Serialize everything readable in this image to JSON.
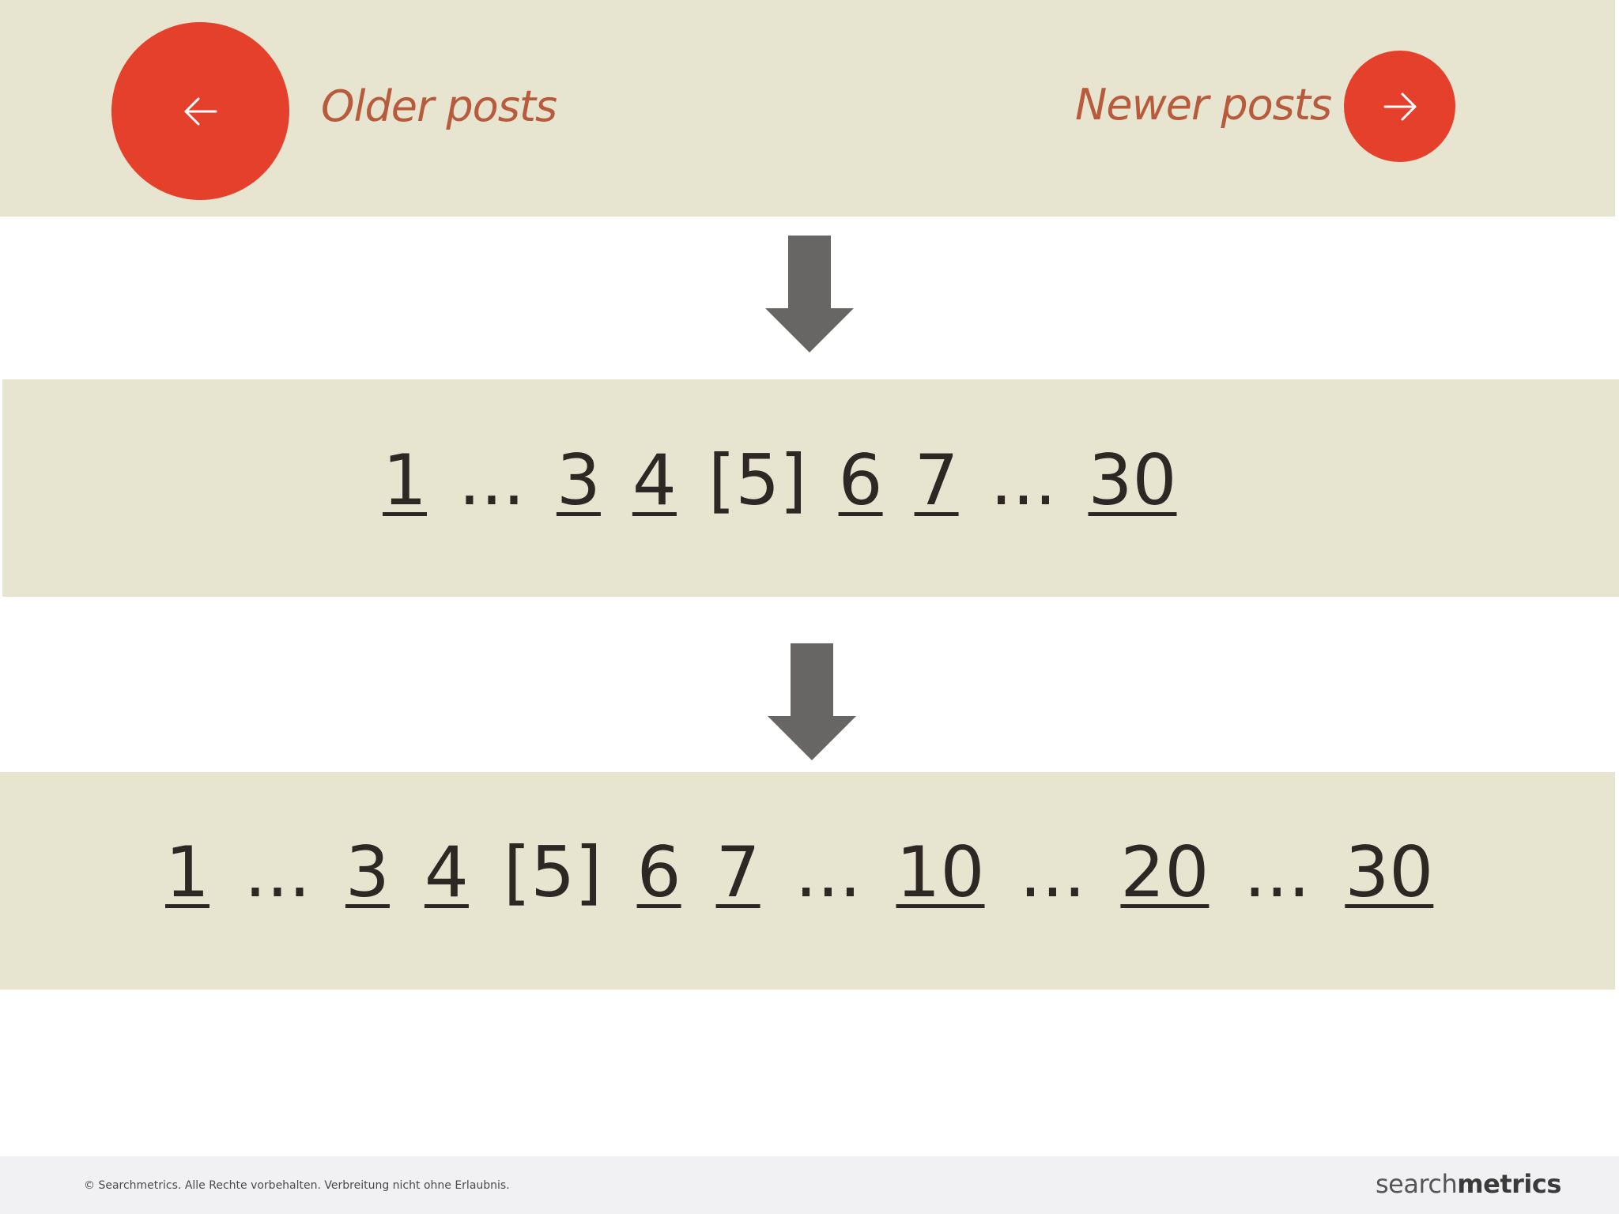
{
  "nav": {
    "older_label": "Older posts",
    "newer_label": "Newer posts",
    "older_icon": "arrow-left-icon",
    "newer_icon": "arrow-right-icon",
    "accent_color": "#e5402c",
    "label_color": "#b85a3c"
  },
  "pagination_simple": {
    "items": [
      "1",
      "...",
      "3",
      "4",
      "[5]",
      "6",
      "7",
      "...",
      "30"
    ]
  },
  "pagination_extended": {
    "items": [
      "1",
      "...",
      "3",
      "4",
      "[5]",
      "6",
      "7",
      "...",
      "10",
      "...",
      "20",
      "...",
      "30"
    ]
  },
  "footer": {
    "copyright": "© Searchmetrics. Alle Rechte vorbehalten. Verbreitung nicht ohne Erlaubnis.",
    "brand_light": "search",
    "brand_bold": "metrics"
  },
  "colors": {
    "band": "#e7e4cf",
    "arrow": "#676664",
    "text": "#2e2824"
  }
}
